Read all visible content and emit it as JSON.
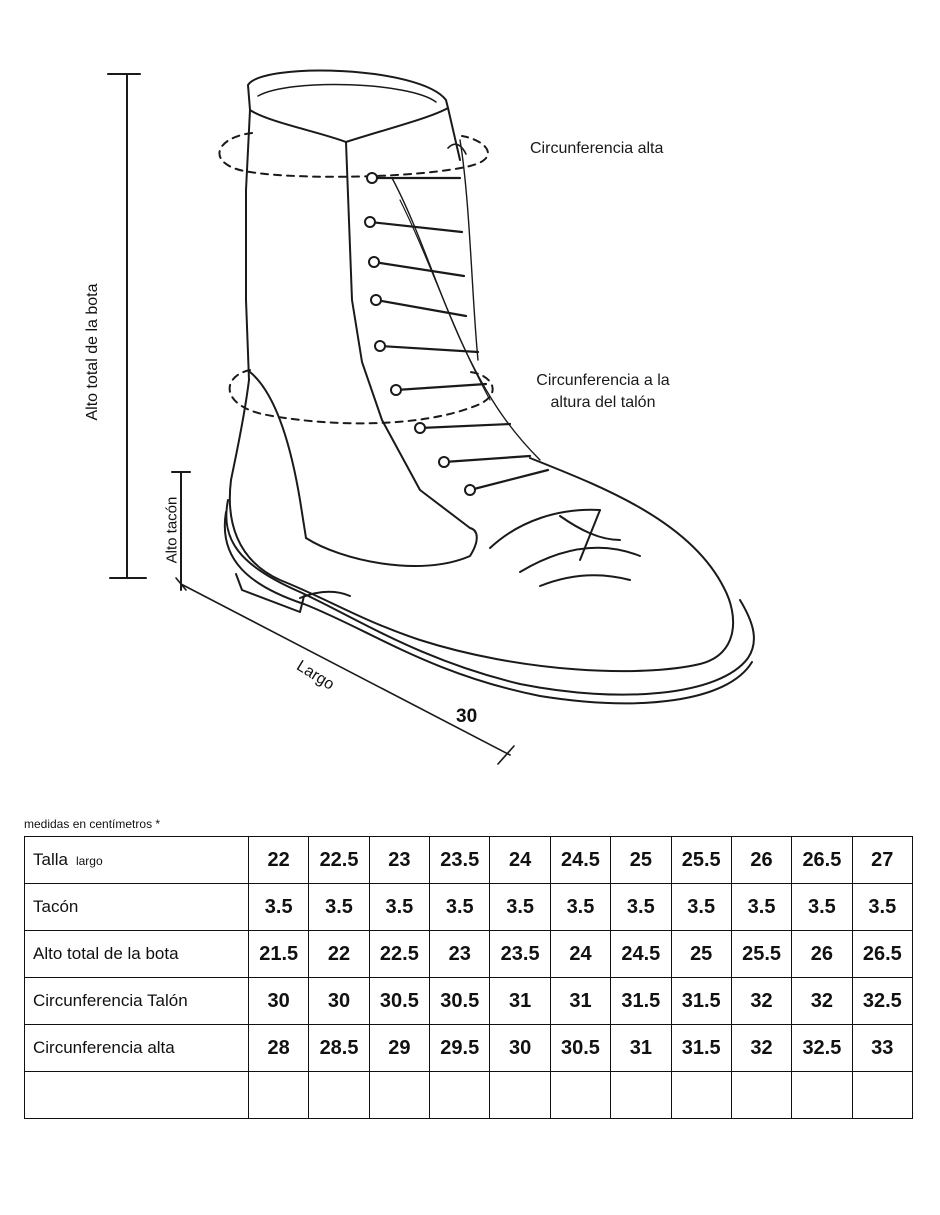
{
  "labels": {
    "circ_alta": "Circunferencia alta",
    "circ_talon_line1": "Circunferencia a la",
    "circ_talon_line2": "altura del talón",
    "alto_total": "Alto total de la bota",
    "alto_tacon": "Alto tacón",
    "largo": "Largo",
    "largo_value": "30"
  },
  "note": "medidas en centímetros *",
  "table": {
    "rows": [
      {
        "label": "Talla",
        "sublabel": "largo",
        "values": [
          "22",
          "22.5",
          "23",
          "23.5",
          "24",
          "24.5",
          "25",
          "25.5",
          "26",
          "26.5",
          "27"
        ]
      },
      {
        "label": "Tacón",
        "sublabel": "",
        "values": [
          "3.5",
          "3.5",
          "3.5",
          "3.5",
          "3.5",
          "3.5",
          "3.5",
          "3.5",
          "3.5",
          "3.5",
          "3.5"
        ]
      },
      {
        "label": "Alto total de la bota",
        "sublabel": "",
        "values": [
          "21.5",
          "22",
          "22.5",
          "23",
          "23.5",
          "24",
          "24.5",
          "25",
          "25.5",
          "26",
          "26.5"
        ]
      },
      {
        "label": "Circunferencia Talón",
        "sublabel": "",
        "values": [
          "30",
          "30",
          "30.5",
          "30.5",
          "31",
          "31",
          "31.5",
          "31.5",
          "32",
          "32",
          "32.5"
        ]
      },
      {
        "label": "Circunferencia alta",
        "sublabel": "",
        "values": [
          "28",
          "28.5",
          "29",
          "29.5",
          "30",
          "30.5",
          "31",
          "31.5",
          "32",
          "32.5",
          "33"
        ]
      },
      {
        "label": "",
        "sublabel": "",
        "values": [
          "",
          "",
          "",
          "",
          "",
          "",
          "",
          "",
          "",
          "",
          ""
        ]
      }
    ]
  }
}
